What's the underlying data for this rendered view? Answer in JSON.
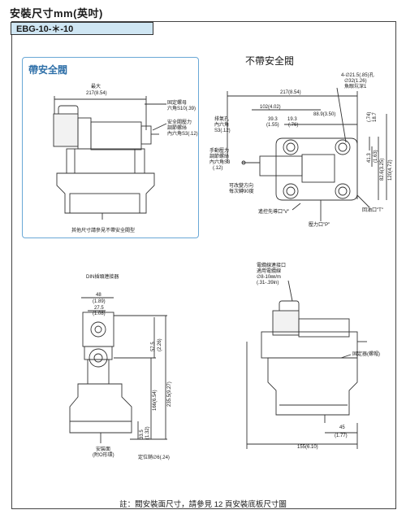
{
  "header": {
    "title": "安裝尺寸mm(英吋)",
    "model": "EBG-10-＊-10"
  },
  "sections": {
    "with_safety": "帶安全閥",
    "without_safety": "不帶安全閥",
    "safety_note": "其他尺寸請參見不帶安全閥型"
  },
  "labels": {
    "max": "最大",
    "width_217": "217(8.54)",
    "fixing_nut_1": "固定螺母",
    "fixing_nut_2": "六角S10(.39)",
    "safety_adj_1": "安全閥壓力",
    "safety_adj_2": "調節螺絲",
    "safety_adj_3": "內六角S3(.12)",
    "bleed_1": "排氣孔",
    "bleed_2": "內六角",
    "bleed_3": "S3(.12)",
    "manual_1": "手動壓力",
    "manual_2": "調節螺絲",
    "manual_3": "內六角S3",
    "manual_4": "(.12)",
    "rotate_1": "可改變方向",
    "rotate_2": "每次轉90度",
    "remote_port": "遙控先導口\"V\"",
    "pressure_port": "壓力口\"P\"",
    "return_port": "回油口\"T\"",
    "bolt_1": "4-∅21.5(.85)孔",
    "bolt_2": "∅32(1.26)",
    "bolt_3": "魚眼坑深1",
    "din_connector": "DIN插頭連接器",
    "cable_1": "電纜線連接口",
    "cable_2": "適用電纜線",
    "cable_3": "∅8-10㎜/m",
    "cable_4": "(.31-.39in)",
    "fixing_nut_b": "固定器(螺帽)",
    "mount_face_1": "安裝面",
    "mount_face_2": "(附O形環)",
    "locating_pin": "定位銷∅6(.24)"
  },
  "dims": {
    "d_217": "217(8.54)",
    "d_102": "102(4.02)",
    "d_889": "88.9(3.50)",
    "d_393": "39.3",
    "d_155a": "(1.55)",
    "d_193": "19.3",
    "d_076": "(.76)",
    "d_187": "18.7",
    "d_074": "(.74)",
    "d_413": "41.3",
    "d_163": "(1.63)",
    "d_826": "82.6(3.25)",
    "d_1206": "120(4.72)",
    "d_48": "48",
    "d_189": "(1.89)",
    "d_275": "27.5",
    "d_108": "(1.08)",
    "d_575": "57.5",
    "d_226": "(2.26)",
    "d_166": "166(6.54)",
    "d_2355": "235.5(9.27)",
    "d_335": "33.5",
    "d_132": "(1.32)",
    "d_45": "45",
    "d_177": "(1.77)",
    "d_155b": "155(6.10)"
  },
  "footer": "註：閥安裝面尺寸，請參見 12 頁安裝底板尺寸圖",
  "colors": {
    "model_bar": "#cfe6f3",
    "safety_frame": "#6aa8d6",
    "safety_title": "#2e6fa8",
    "drawing": "#333333"
  }
}
